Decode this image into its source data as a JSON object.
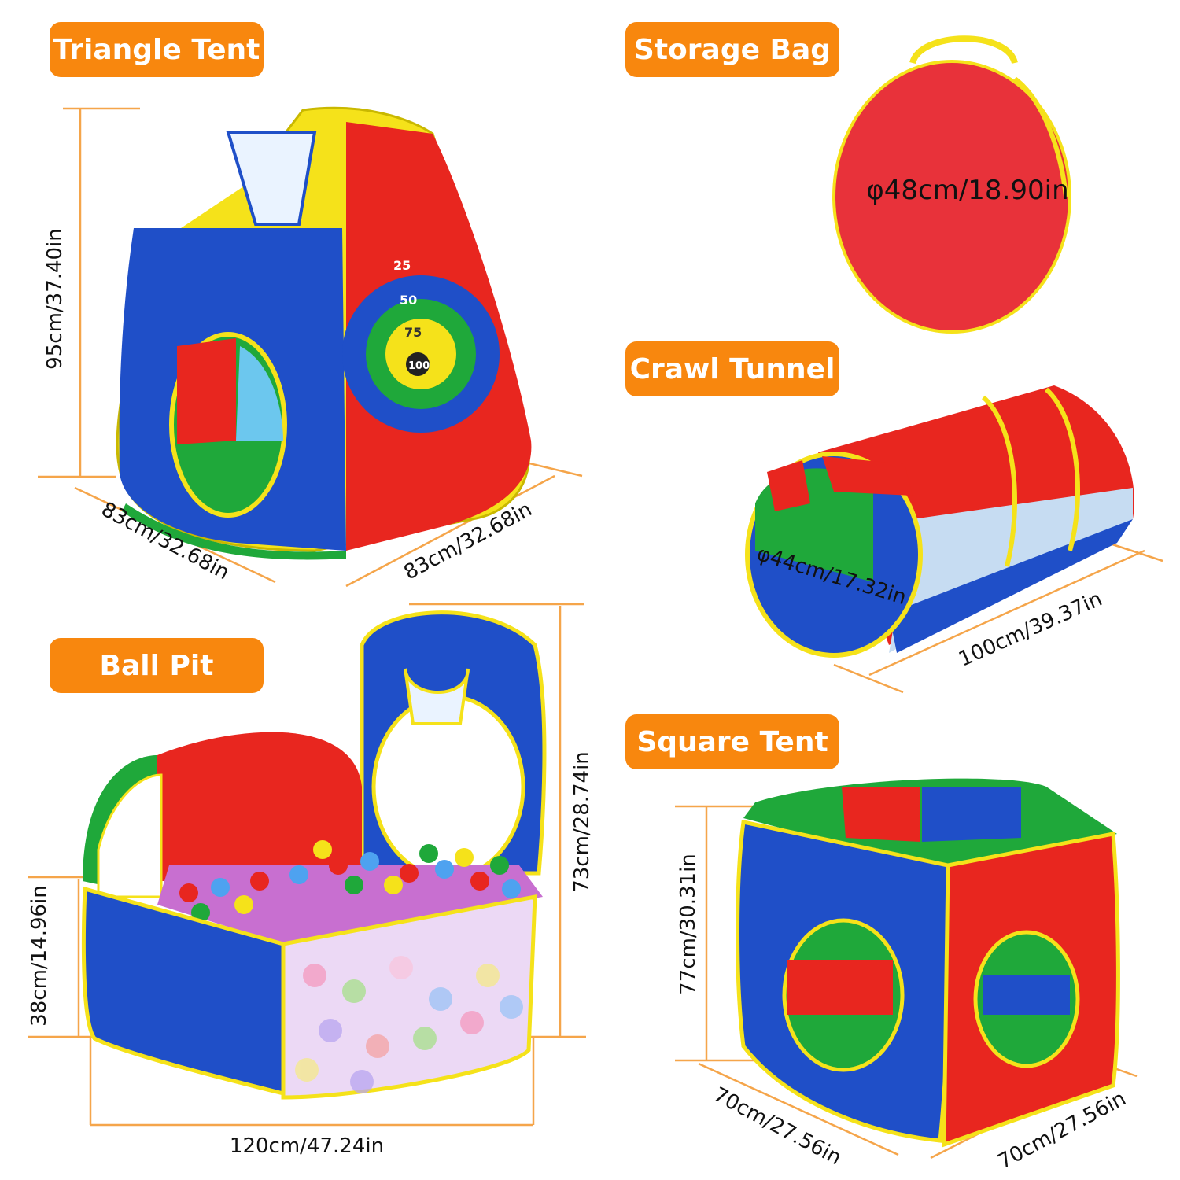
{
  "products": {
    "triangle_tent": {
      "label": "Triangle Tent",
      "height": "95cm/37.40in",
      "width_left": "83cm/32.68in",
      "width_right": "83cm/32.68in",
      "target_scores": [
        "25",
        "50",
        "75",
        "100"
      ]
    },
    "storage_bag": {
      "label": "Storage Bag",
      "diameter": "φ48cm/18.90in"
    },
    "crawl_tunnel": {
      "label": "Crawl Tunnel",
      "diameter": "φ44cm/17.32in",
      "length": "100cm/39.37in"
    },
    "ball_pit": {
      "label": "Ball Pit",
      "height": "73cm/28.74in",
      "wall_height": "38cm/14.96in",
      "length": "120cm/47.24in"
    },
    "square_tent": {
      "label": "Square Tent",
      "height": "77cm/30.31in",
      "width_left": "70cm/27.56in",
      "width_right": "70cm/27.56in"
    }
  },
  "colors": {
    "label_bg": "#f8870e",
    "dimension_line": "#f5a54a",
    "tent_blue": "#1f4fc8",
    "tent_red": "#e8261f",
    "tent_yellow": "#f5e21a",
    "tent_green": "#1fa83a"
  }
}
